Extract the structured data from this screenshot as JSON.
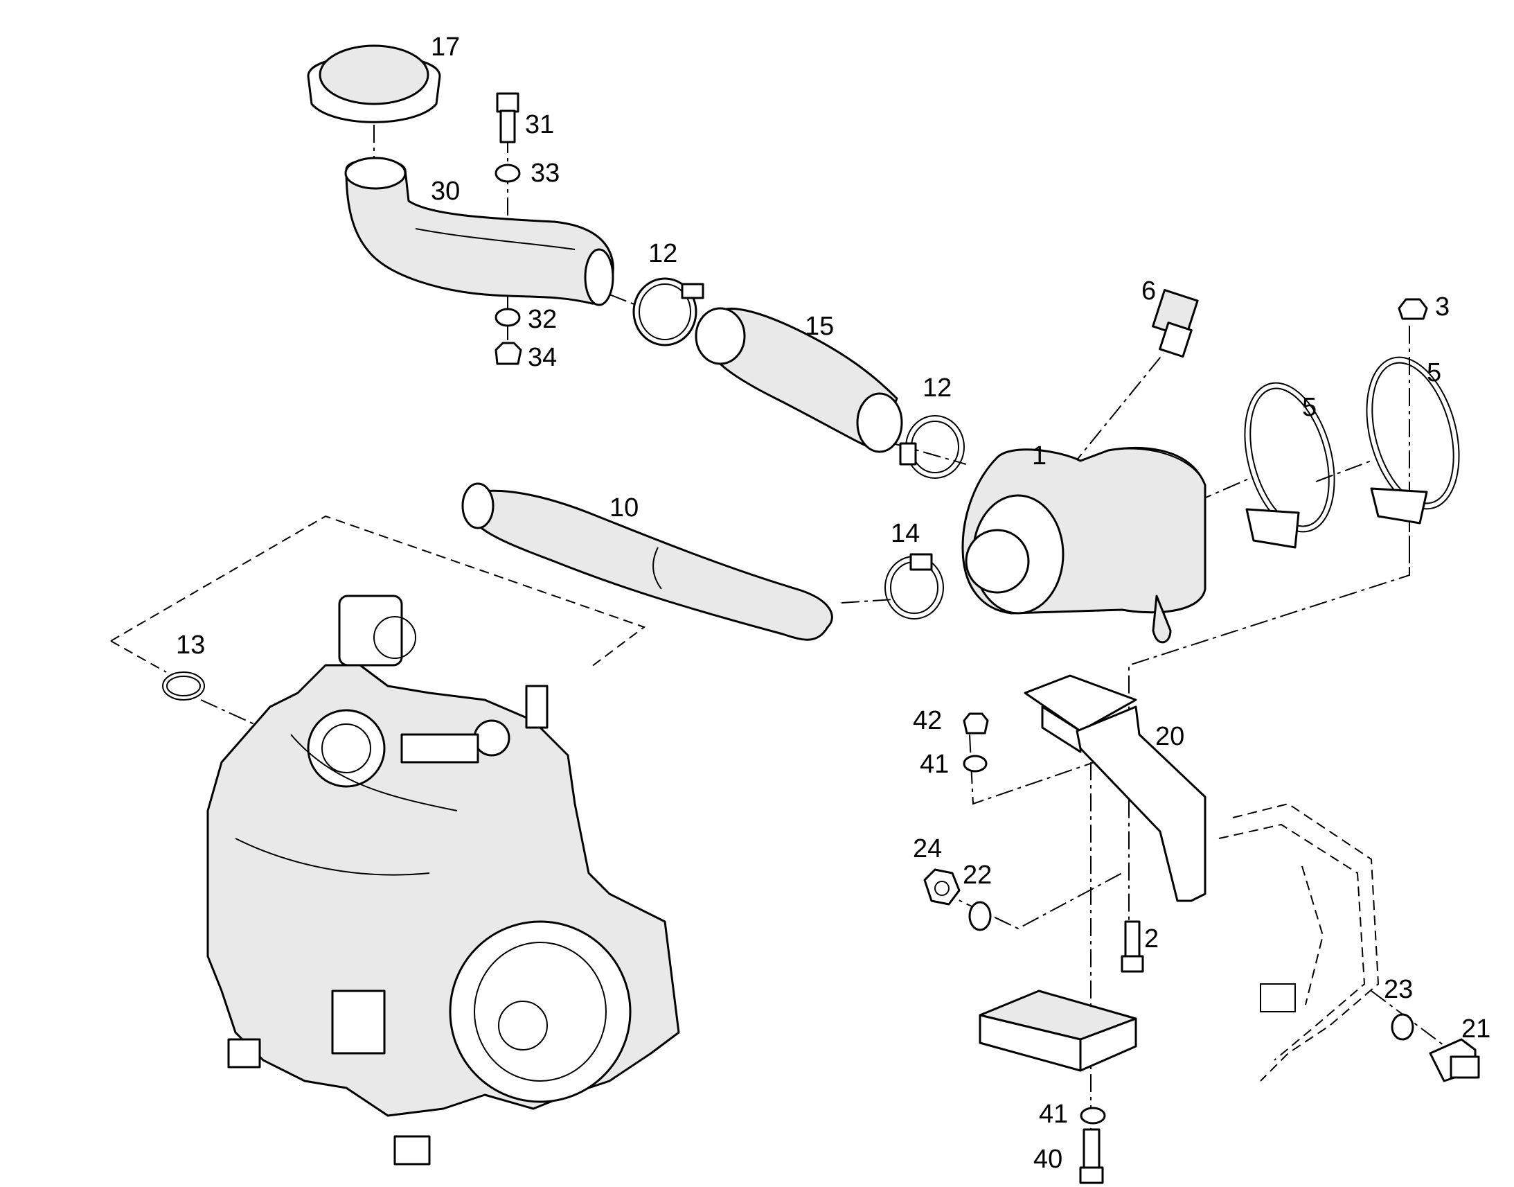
{
  "callouts": {
    "p1": "1",
    "p2": "2",
    "p3": "3",
    "p5a": "5",
    "p5b": "5",
    "p6": "6",
    "p10": "10",
    "p12a": "12",
    "p12b": "12",
    "p13": "13",
    "p14": "14",
    "p15": "15",
    "p17": "17",
    "p20": "20",
    "p21": "21",
    "p22": "22",
    "p23": "23",
    "p24": "24",
    "p30": "30",
    "p31": "31",
    "p32": "32",
    "p33": "33",
    "p34": "34",
    "p40": "40",
    "p41a": "41",
    "p41b": "41",
    "p42": "42"
  }
}
